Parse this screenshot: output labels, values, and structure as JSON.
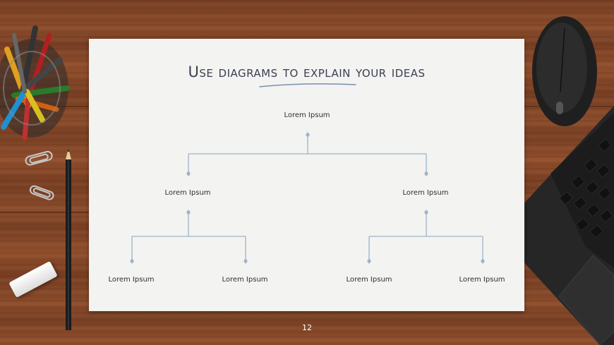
{
  "slide": {
    "title": "Use diagrams to explain your ideas",
    "page_number": "12"
  },
  "diagram": {
    "root": "Lorem Ipsum",
    "level2": [
      "Lorem Ipsum",
      "Lorem Ipsum"
    ],
    "level3": [
      "Lorem Ipsum",
      "Lorem Ipsum",
      "Lorem Ipsum",
      "Lorem Ipsum"
    ]
  },
  "colors": {
    "connector": "#9fb3c8",
    "title_text": "#3b3f4f",
    "paper": "#f3f3f1"
  }
}
